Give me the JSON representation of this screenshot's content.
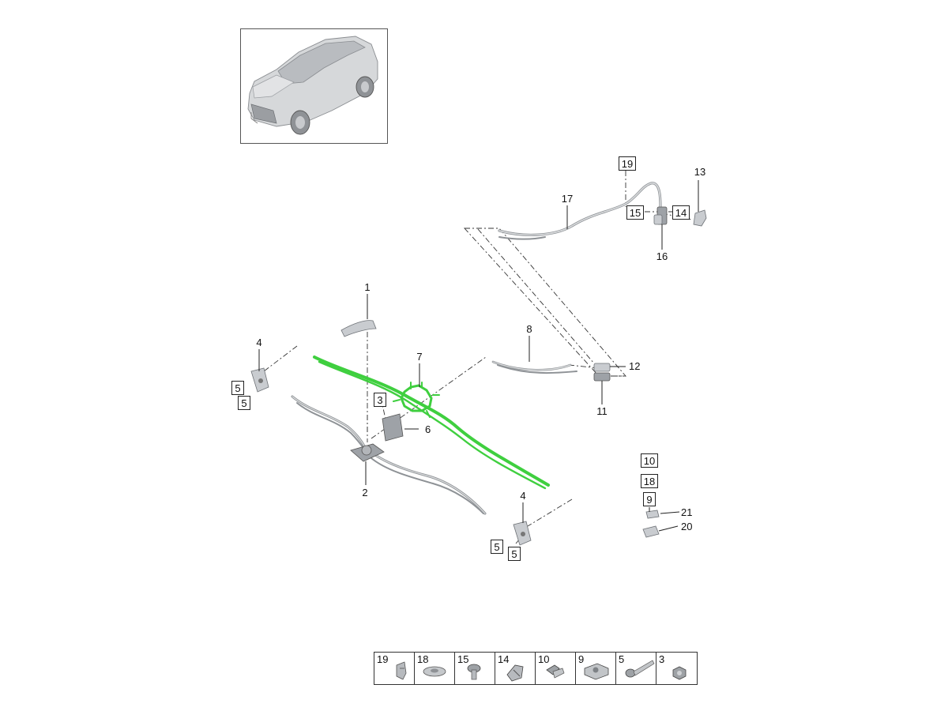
{
  "callouts": [
    {
      "id": "c1",
      "label": "1"
    },
    {
      "id": "c2",
      "label": "2"
    },
    {
      "id": "c4a",
      "label": "4"
    },
    {
      "id": "c4b",
      "label": "4"
    },
    {
      "id": "c6",
      "label": "6"
    },
    {
      "id": "c7",
      "label": "7"
    },
    {
      "id": "c8",
      "label": "8"
    },
    {
      "id": "c11",
      "label": "11"
    },
    {
      "id": "c12",
      "label": "12"
    },
    {
      "id": "c13",
      "label": "13"
    },
    {
      "id": "c16",
      "label": "16"
    },
    {
      "id": "c17",
      "label": "17"
    },
    {
      "id": "c20",
      "label": "20"
    },
    {
      "id": "c21",
      "label": "21"
    }
  ],
  "boxed_callouts": [
    {
      "id": "b19",
      "label": "19"
    },
    {
      "id": "b15",
      "label": "15"
    },
    {
      "id": "b14",
      "label": "14"
    },
    {
      "id": "b3",
      "label": "3"
    },
    {
      "id": "b5a",
      "label": "5"
    },
    {
      "id": "b5b",
      "label": "5"
    },
    {
      "id": "b5c",
      "label": "5"
    },
    {
      "id": "b5d",
      "label": "5"
    },
    {
      "id": "b10",
      "label": "10"
    },
    {
      "id": "b18",
      "label": "18"
    },
    {
      "id": "b9",
      "label": "9"
    }
  ],
  "legend": [
    {
      "label": "19",
      "icon": "clip-fastener-icon"
    },
    {
      "label": "18",
      "icon": "grommet-icon"
    },
    {
      "label": "15",
      "icon": "screw-icon"
    },
    {
      "label": "14",
      "icon": "expanding-clip-icon"
    },
    {
      "label": "10",
      "icon": "bolt-icon"
    },
    {
      "label": "9",
      "icon": "bracket-nut-icon"
    },
    {
      "label": "5",
      "icon": "long-screw-icon"
    },
    {
      "label": "3",
      "icon": "nut-icon"
    }
  ],
  "colors": {
    "highlight": "#3fcf3f",
    "part": "#c9ccd0",
    "line": "#222222"
  }
}
